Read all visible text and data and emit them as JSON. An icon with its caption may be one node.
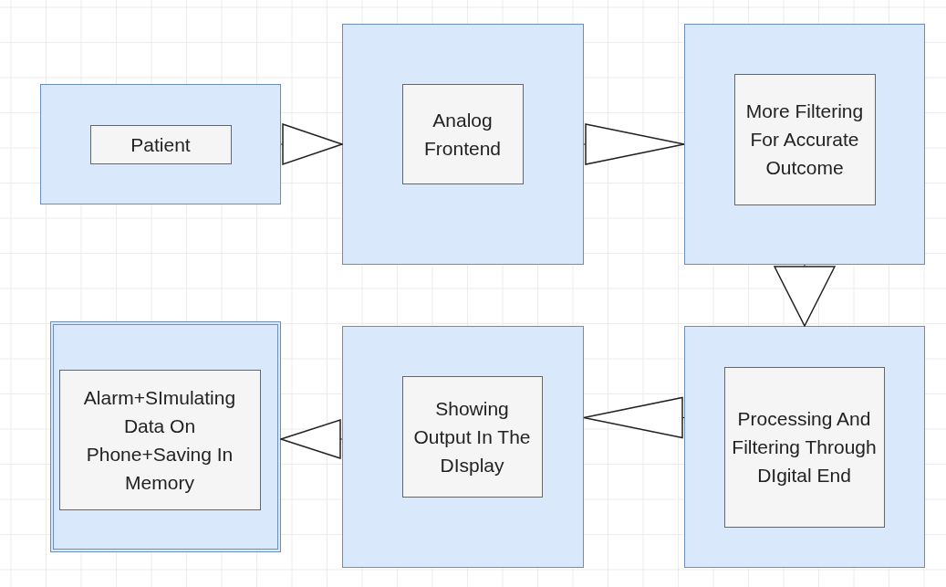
{
  "diagram": {
    "nodes": [
      {
        "text": [],
        "shape": "box"
      },
      {
        "text": [
          "Patient"
        ],
        "in": 0
      },
      {
        "text": [],
        "shape": "box"
      },
      {
        "text": [
          "Analog Frontend"
        ],
        "in": 2
      },
      {
        "text": [],
        "shape": "box"
      },
      {
        "text": [
          "More Filtering For Accurate Outcome"
        ],
        "in": 4
      },
      {
        "text": [],
        "shape": "box"
      },
      {
        "text": [
          "Alarm+SImulating Data On Phone+Saving In Memory"
        ],
        "in": 6
      },
      {
        "text": [],
        "shape": "box"
      },
      {
        "text": [
          "Showing Output In The DIsplay"
        ],
        "in": 8
      },
      {
        "text": [],
        "shape": "box"
      },
      {
        "text": [
          "Processing And Filtering Through DIgital End"
        ],
        "in": 10
      }
    ],
    "edges": [
      {
        "from": 0,
        "to": 2,
        "arrow": "to"
      },
      {
        "from": 2,
        "to": 4,
        "arrow": "to"
      },
      {
        "from": 4,
        "to": 10,
        "arrow": "to"
      },
      {
        "from": 10,
        "to": 8,
        "arrow": "to"
      },
      {
        "from": 8,
        "to": 6,
        "arrow": "to"
      }
    ]
  }
}
